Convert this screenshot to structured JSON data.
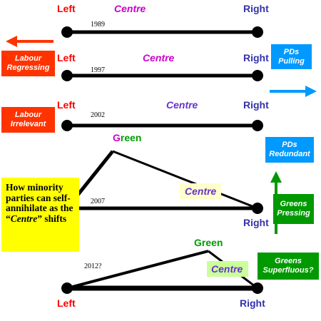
{
  "labels": {
    "left": "Left",
    "right": "Right",
    "centre": "Centre",
    "green": "Green"
  },
  "years": [
    "1989",
    "1997",
    "2002",
    "2007",
    "2012?"
  ],
  "boxes": {
    "labour_regressing": "Labour\nRegressing",
    "labour_irrelevant": "Labour\nIrrelevant",
    "pds_pulling": "PDs\nPulling",
    "pds_redundant": "PDs\nRedundant",
    "greens_pressing": "Greens\nPressing",
    "greens_superfluous": "Greens\nSuperfluous?"
  },
  "note": {
    "before": "How minority parties can self-annihilate as the “",
    "emphasis": "Centre",
    "after": "” shifts"
  },
  "colors": {
    "left_label": "#ff0000",
    "right_label": "#3333aa",
    "centre_1989": "#cc00cc",
    "centre_2002": "#6633cc",
    "centre_2007_text": "#6633cc",
    "centre_2007_bg": "#ffffcc",
    "centre_2012_text": "#6633cc",
    "centre_2012_bg": "#ccff99",
    "green_g": "#cc00cc",
    "green_rest": "#009900",
    "green_2012": "#009900",
    "arrow_left": "#ff3300",
    "arrow_right": "#0099ff",
    "arrow_up": "#009900",
    "box_labour": "#ff3300",
    "box_pds": "#0099ff",
    "box_greens": "#009900",
    "note_bg": "#ffff00"
  }
}
